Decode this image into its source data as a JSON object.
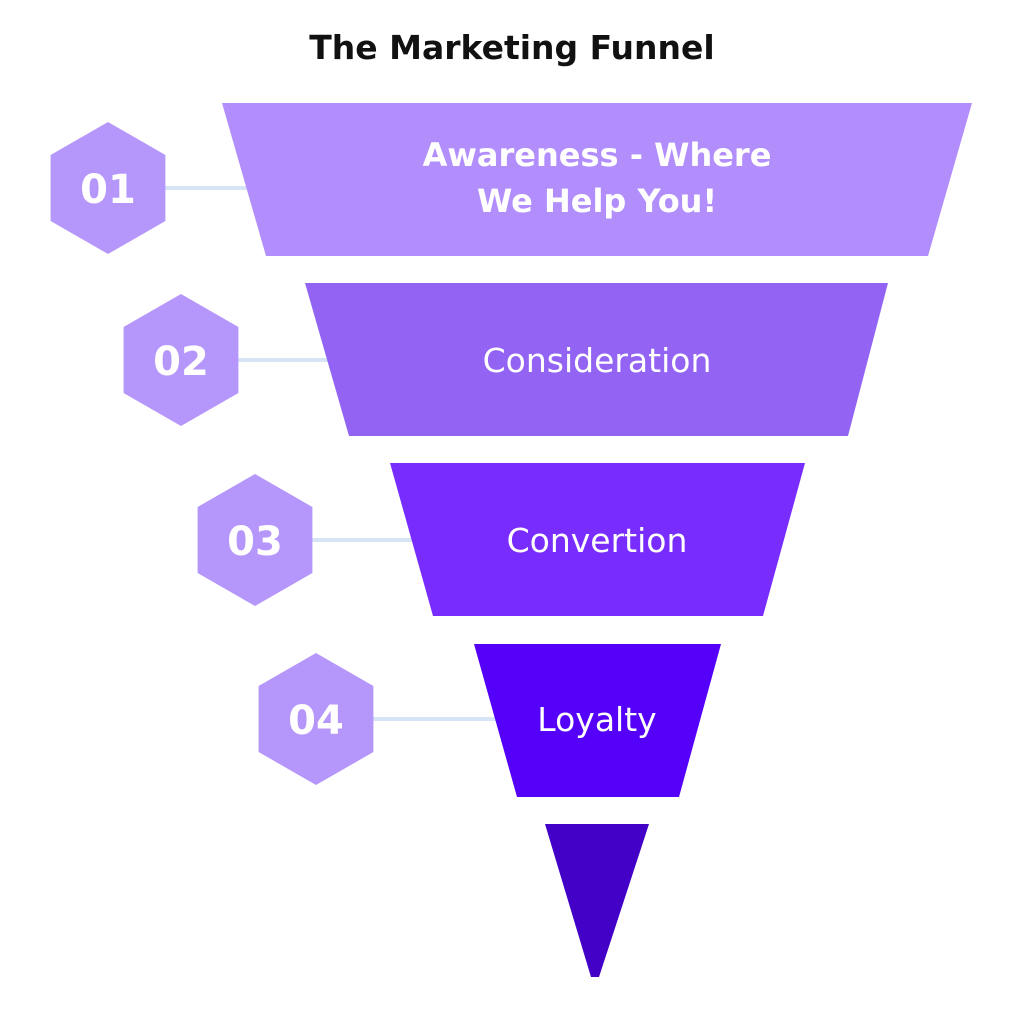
{
  "title": "The Marketing Funnel",
  "colors": {
    "stage1": "#b28efd",
    "stage2": "#9363f4",
    "stage3": "#782cfe",
    "stage4": "#5501f9",
    "tip": "#4300c7",
    "hexagon": "#b596fb",
    "connector": "#d6e4f5",
    "label": "#ffffff",
    "title": "#111111"
  },
  "stages": [
    {
      "number": "01",
      "label_lines": [
        "Awareness - Where",
        "We Help You!"
      ],
      "bold": true
    },
    {
      "number": "02",
      "label_lines": [
        "Consideration"
      ],
      "bold": false
    },
    {
      "number": "03",
      "label_lines": [
        "Convertion"
      ],
      "bold": false
    },
    {
      "number": "04",
      "label_lines": [
        "Loyalty"
      ],
      "bold": false
    }
  ]
}
